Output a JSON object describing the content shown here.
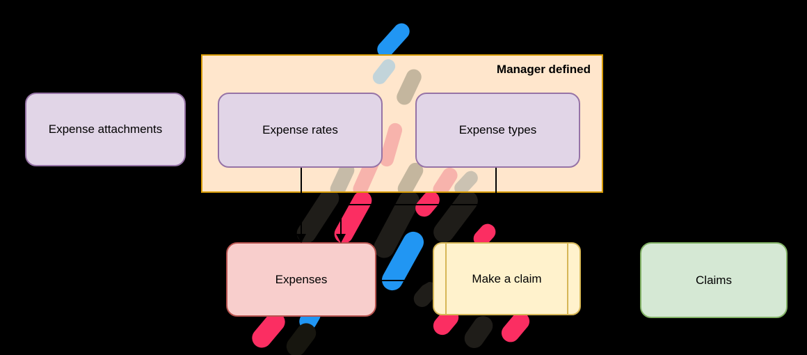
{
  "diagram": {
    "background_color": "#000000",
    "group": {
      "label": "Manager defined",
      "fill": "#FFE6CC",
      "stroke": "#D79B00"
    },
    "nodes": [
      {
        "id": "expense-attachments",
        "label": "Expense attachments",
        "fill": "#E1D5E7",
        "stroke": "#9673A6"
      },
      {
        "id": "expense-rates",
        "label": "Expense rates",
        "fill": "#E1D5E7",
        "stroke": "#9673A6",
        "inside_group": "Manager defined"
      },
      {
        "id": "expense-types",
        "label": "Expense types",
        "fill": "#E1D5E7",
        "stroke": "#9673A6",
        "inside_group": "Manager defined"
      },
      {
        "id": "expenses",
        "label": "Expenses",
        "fill": "#F8CECC",
        "stroke": "#B85450"
      },
      {
        "id": "make-a-claim",
        "label": "Make a claim",
        "fill": "#FFF2CC",
        "stroke": "#D6B656",
        "shape": "process"
      },
      {
        "id": "claims",
        "label": "Claims",
        "fill": "#D5E8D4",
        "stroke": "#82B366"
      }
    ],
    "edges": [
      {
        "from": "expense-rates",
        "to": "expenses",
        "style": "arrow"
      },
      {
        "from": "expense-types",
        "to": "expenses",
        "style": "arrow"
      },
      {
        "from": "expenses",
        "to": "make-a-claim",
        "style": "arrow"
      }
    ],
    "decoration": {
      "slash_colors": {
        "blue": "#2196F3",
        "pink": "#FB2E62",
        "dark": "#1F1D19",
        "pale_blue": "#C2D4DA",
        "pale_tan": "#C4B69E",
        "pale_pink": "#F7B3AC",
        "pale_gray": "#C6BBA8"
      }
    }
  }
}
